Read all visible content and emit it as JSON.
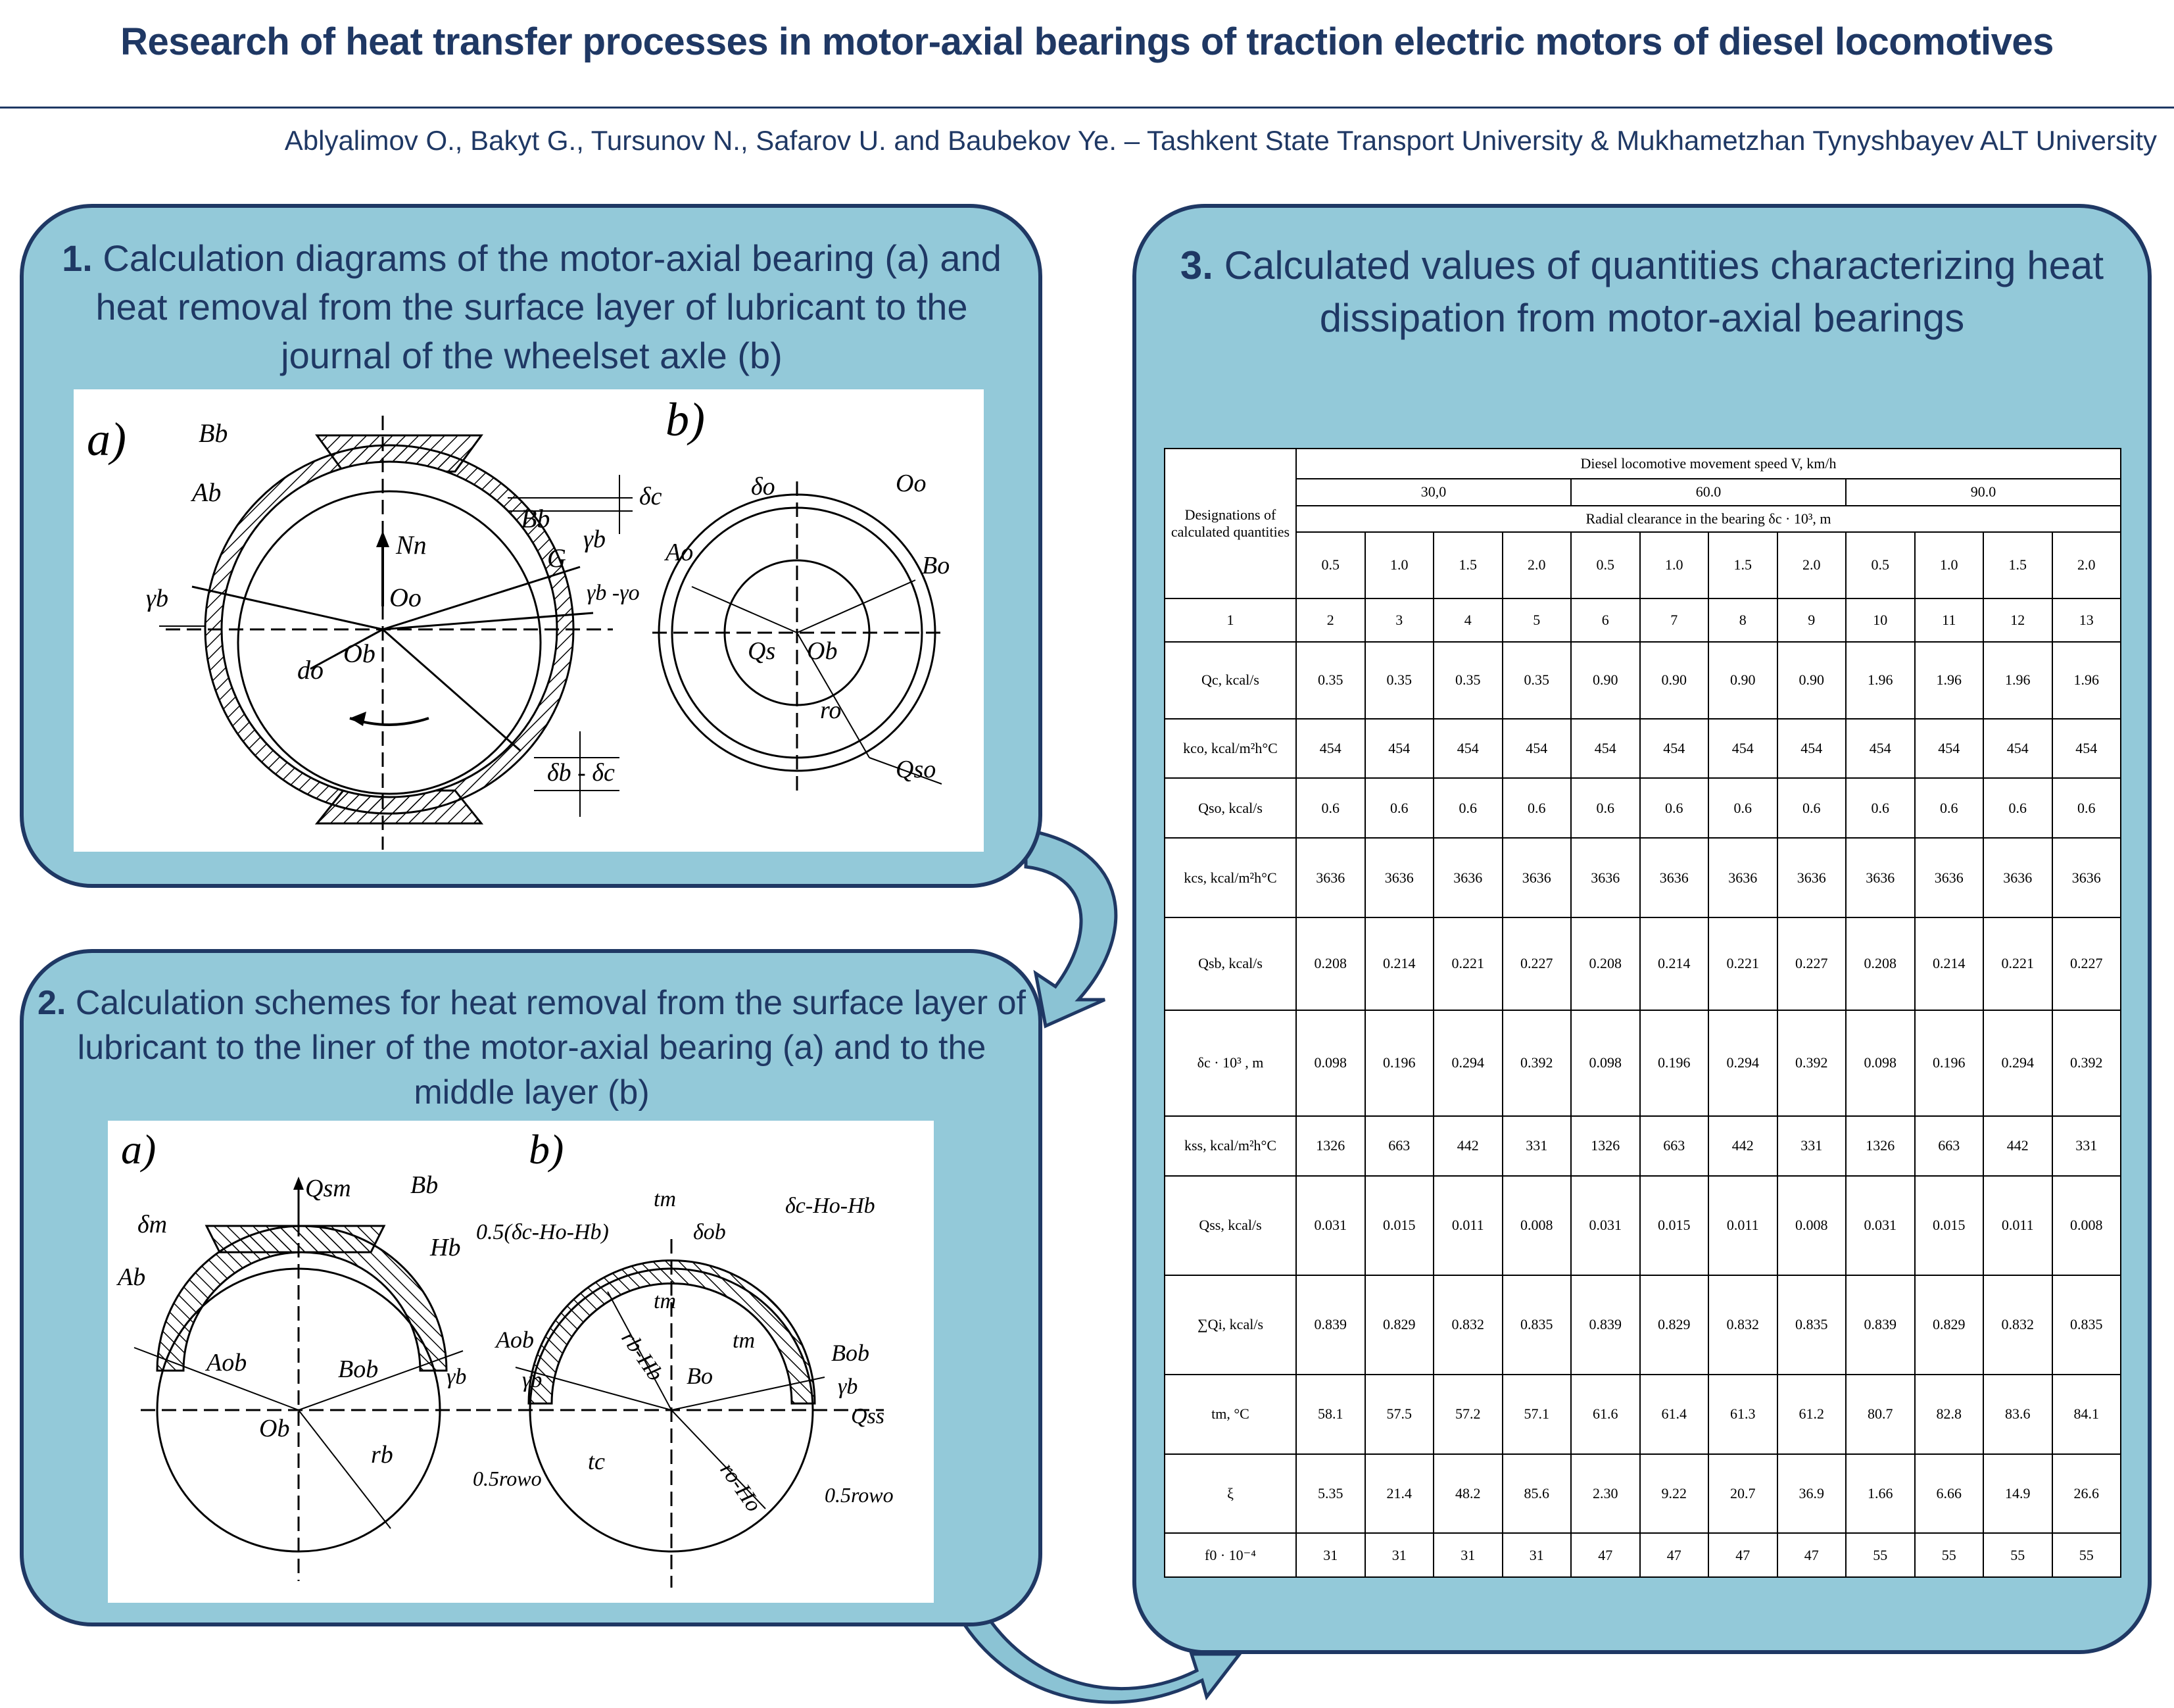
{
  "title": "Research of heat transfer processes in motor-axial bearings of traction electric motors of diesel locomotives",
  "authors": "Ablyalimov O., Bakyt G., Tursunov N., Safarov U. and Baubekov Ye. – Tashkent State Transport University & Mukhametzhan Tynyshbayev ALT University",
  "panel1": {
    "num": "1.",
    "text": "Calculation diagrams of the motor-axial bearing (a) and heat removal from the surface layer of lubricant to the journal of the wheelset axle (b)",
    "fig_labels": {
      "a": "a)",
      "b": "b)",
      "Bb": "Bb",
      "Ab": "Ab",
      "Nn": "Nn",
      "Oo": "Oo",
      "Ob": "Ob",
      "do": "do",
      "Bb2": "Bb",
      "G": "G",
      "gamma_b": "γb",
      "gamma_b2": "γb",
      "gb_go": "γb -γo",
      "delta_c": "δc",
      "db_dc": "δb - δc",
      "delta_o": "δo",
      "Oo2": "Oo",
      "Ao": "Ao",
      "Bo": "Bo",
      "Qs": "Qs",
      "Ob2": "Ob",
      "ro": "ro",
      "Qso": "Qso"
    }
  },
  "panel2": {
    "num": "2.",
    "text": "Calculation schemes for heat removal from the surface layer of lubricant to the liner of the motor-axial bearing (a) and to the middle layer (b)",
    "fig_labels": {
      "a": "a)",
      "b": "b)",
      "Qsm": "Qsm",
      "Bb": "Bb",
      "dm": "δm",
      "Hb": "Hb",
      "Ab": "Ab",
      "Aob": "Aob",
      "Bob": "Bob",
      "gb": "γb",
      "Ob": "Ob",
      "rb": "rb",
      "half_expr": "0.5(δc-Ho-Hb)",
      "tm": "tm",
      "dob": "δob",
      "dc_Ho_Hb": "δc-Ho-Hb",
      "Aob2": "Aob",
      "tm2": "tm",
      "rb_Hb": "rb-Hb",
      "tm3": "tm",
      "Bob2": "Bob",
      "gb2": "γb",
      "gb3": "γb",
      "Bo": "Bo",
      "tc": "tc",
      "ro_Ho": "ro-Ho",
      "Qss": "Qss",
      "half_row_l": "0.5rowo",
      "half_row_r": "0.5rowo"
    }
  },
  "panel3": {
    "num": "3.",
    "text": "Calculated values of quantities characterizing heat dissipation from motor-axial bearings"
  },
  "table": {
    "header_desig": "Designations of calculated quantities",
    "header_speed": "Diesel locomotive movement speed V, km/h",
    "speeds": [
      "30,0",
      "60.0",
      "90.0"
    ],
    "header_clearance": "Radial clearance in the bearing δc · 10³, m",
    "clearances": [
      "0.5",
      "1.0",
      "1.5",
      "2.0",
      "0.5",
      "1.0",
      "1.5",
      "2.0",
      "0.5",
      "1.0",
      "1.5",
      "2.0"
    ],
    "col_numbers": [
      "1",
      "2",
      "3",
      "4",
      "5",
      "6",
      "7",
      "8",
      "9",
      "10",
      "11",
      "12",
      "13"
    ],
    "rows": [
      {
        "label": "Qc, kcal/s",
        "values": [
          "0.35",
          "0.35",
          "0.35",
          "0.35",
          "0.90",
          "0.90",
          "0.90",
          "0.90",
          "1.96",
          "1.96",
          "1.96",
          "1.96"
        ]
      },
      {
        "label": "kco, kcal/m²h°C",
        "values": [
          "454",
          "454",
          "454",
          "454",
          "454",
          "454",
          "454",
          "454",
          "454",
          "454",
          "454",
          "454"
        ]
      },
      {
        "label": "Qso, kcal/s",
        "values": [
          "0.6",
          "0.6",
          "0.6",
          "0.6",
          "0.6",
          "0.6",
          "0.6",
          "0.6",
          "0.6",
          "0.6",
          "0.6",
          "0.6"
        ]
      },
      {
        "label": "kcs, kcal/m²h°C",
        "values": [
          "3636",
          "3636",
          "3636",
          "3636",
          "3636",
          "3636",
          "3636",
          "3636",
          "3636",
          "3636",
          "3636",
          "3636"
        ]
      },
      {
        "label": "Qsb, kcal/s",
        "values": [
          "0.208",
          "0.214",
          "0.221",
          "0.227",
          "0.208",
          "0.214",
          "0.221",
          "0.227",
          "0.208",
          "0.214",
          "0.221",
          "0.227"
        ]
      },
      {
        "label": "δc · 10³ , m",
        "values": [
          "0.098",
          "0.196",
          "0.294",
          "0.392",
          "0.098",
          "0.196",
          "0.294",
          "0.392",
          "0.098",
          "0.196",
          "0.294",
          "0.392"
        ]
      },
      {
        "label": "kss, kcal/m²h°C",
        "values": [
          "1326",
          "663",
          "442",
          "331",
          "1326",
          "663",
          "442",
          "331",
          "1326",
          "663",
          "442",
          "331"
        ]
      },
      {
        "label": "Qss, kcal/s",
        "values": [
          "0.031",
          "0.015",
          "0.011",
          "0.008",
          "0.031",
          "0.015",
          "0.011",
          "0.008",
          "0.031",
          "0.015",
          "0.011",
          "0.008"
        ]
      },
      {
        "label": "∑Qi, kcal/s",
        "values": [
          "0.839",
          "0.829",
          "0.832",
          "0.835",
          "0.839",
          "0.829",
          "0.832",
          "0.835",
          "0.839",
          "0.829",
          "0.832",
          "0.835"
        ]
      },
      {
        "label": "tm, °C",
        "values": [
          "58.1",
          "57.5",
          "57.2",
          "57.1",
          "61.6",
          "61.4",
          "61.3",
          "61.2",
          "80.7",
          "82.8",
          "83.6",
          "84.1"
        ]
      },
      {
        "label": "ξ",
        "values": [
          "5.35",
          "21.4",
          "48.2",
          "85.6",
          "2.30",
          "9.22",
          "20.7",
          "36.9",
          "1.66",
          "6.66",
          "14.9",
          "26.6"
        ]
      },
      {
        "label": "f0 · 10⁻⁴",
        "values": [
          "31",
          "31",
          "31",
          "31",
          "47",
          "47",
          "47",
          "47",
          "55",
          "55",
          "55",
          "55"
        ]
      }
    ]
  },
  "colors": {
    "panel_fill": "#93c9d9",
    "panel_border": "#1f3864",
    "title_text": "#1f3864"
  }
}
